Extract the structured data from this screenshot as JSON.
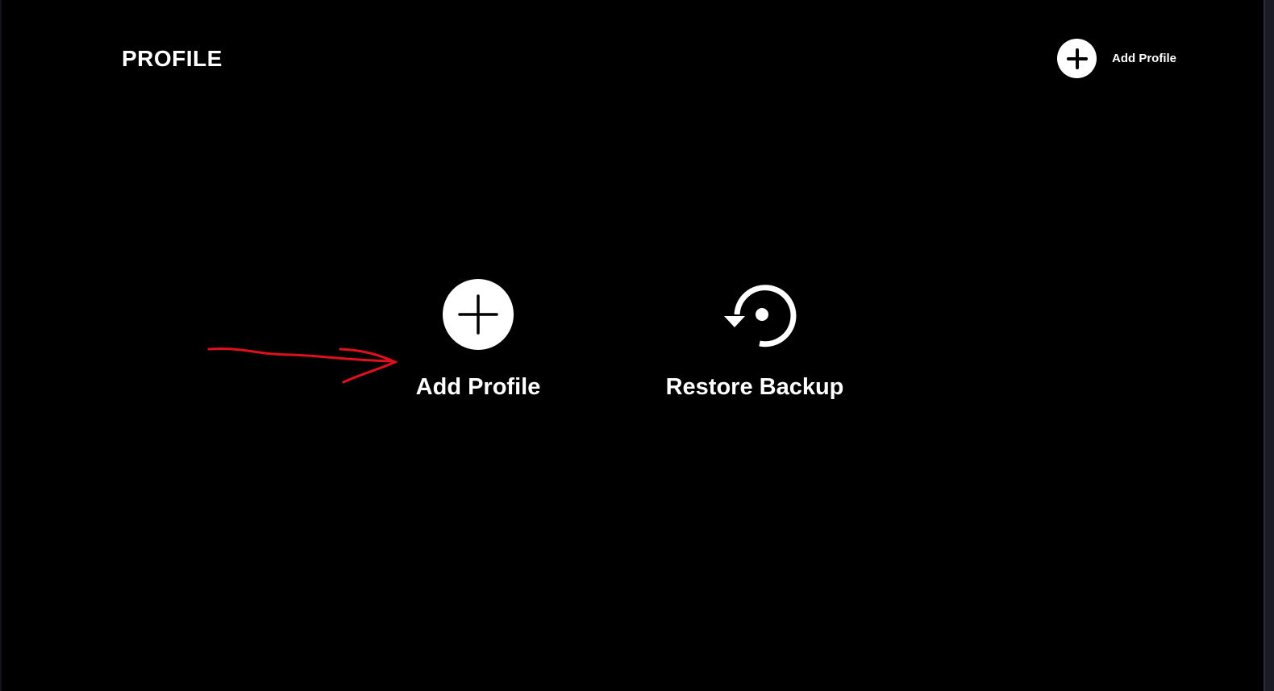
{
  "header": {
    "title": "PROFILE",
    "add_profile_label": "Add Profile"
  },
  "actions": [
    {
      "label": "Add Profile",
      "icon": "plus-circle-icon"
    },
    {
      "label": "Restore Backup",
      "icon": "restore-icon"
    }
  ],
  "colors": {
    "background": "#000000",
    "foreground": "#ffffff",
    "annotation": "#e0101e"
  }
}
